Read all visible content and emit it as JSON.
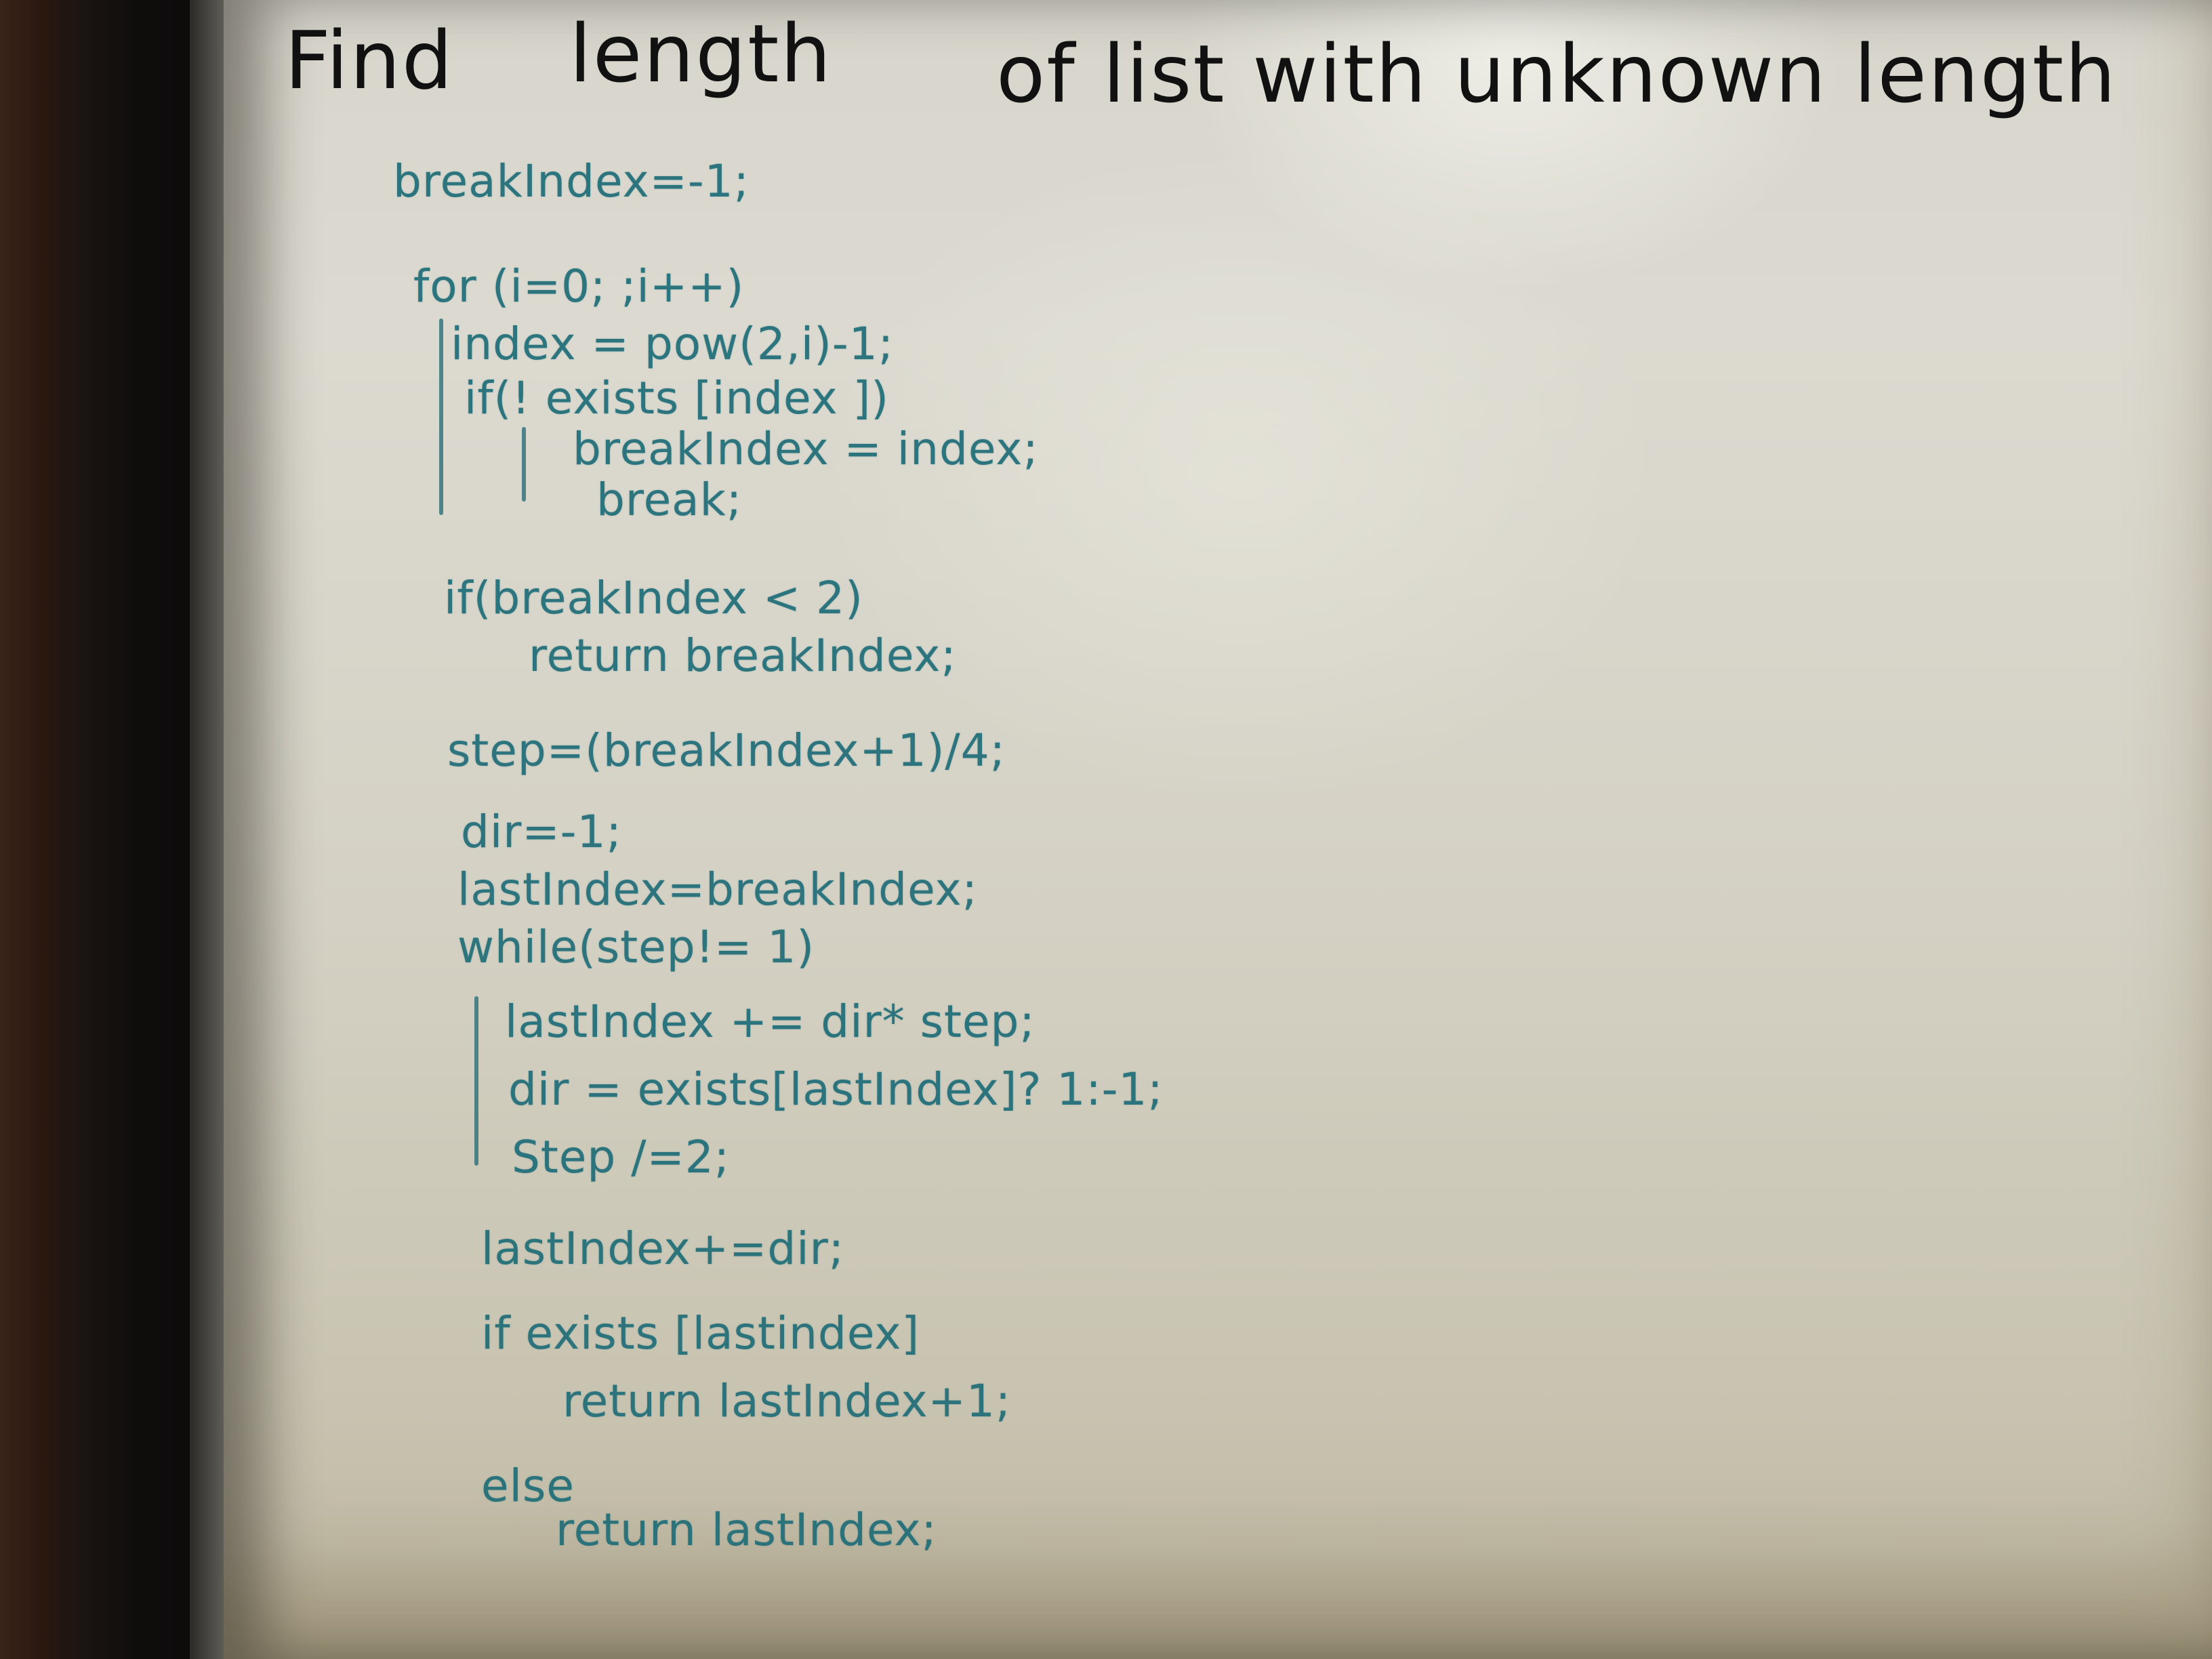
{
  "title": {
    "part1": "Find",
    "part2": "length",
    "part3": "of list with unknown length"
  },
  "code_lines": [
    "breakIndex=-1;",
    "for (i=0; ;i++)",
    "index = pow(2,i)-1;",
    "if(! exists [index ])",
    "breakIndex = index;",
    "break;",
    "if(breakIndex < 2)",
    "return breakIndex;",
    "step=(breakIndex+1)/4;",
    "dir=-1;",
    "lastIndex=breakIndex;",
    "while(step!= 1)",
    "lastIndex += dir* step;",
    "dir = exists[lastIndex]? 1:-1;",
    "Step /=2;",
    "lastIndex+=dir;",
    "if exists [lastindex]",
    "return lastIndex+1;",
    "else",
    "return lastIndex;"
  ],
  "colors": {
    "title_ink": "#111111",
    "code_ink": "#1f6d78",
    "board": "#d8d6cc"
  }
}
